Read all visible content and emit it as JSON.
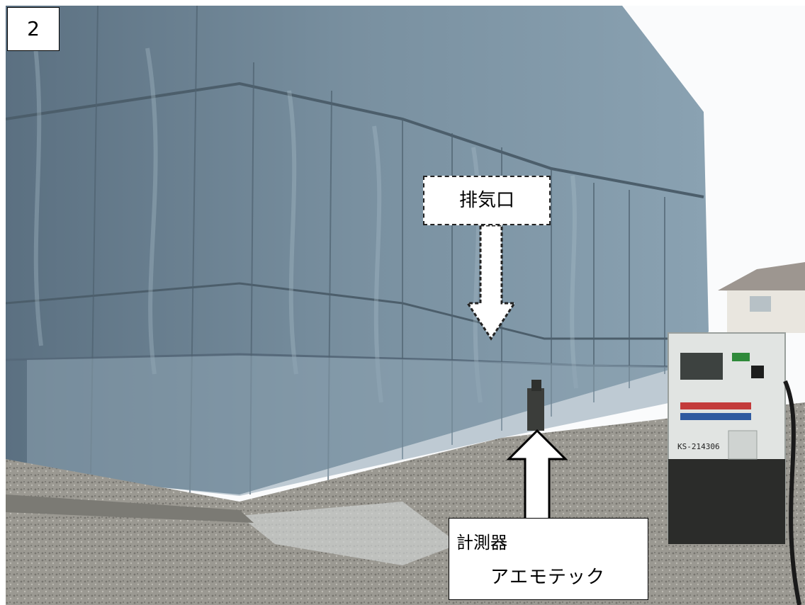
{
  "figure_number": "2",
  "labels": {
    "exhaust": "排気口",
    "meter_title": "計測器",
    "meter_name": "アエモテック"
  },
  "generator_plate": "KS-214306",
  "colors": {
    "tarp": "#5f7585",
    "tarp_light": "#8ea3b1",
    "gravel": "#9a9891",
    "generator_body": "#e3e6e4",
    "sky": "#ffffff"
  }
}
